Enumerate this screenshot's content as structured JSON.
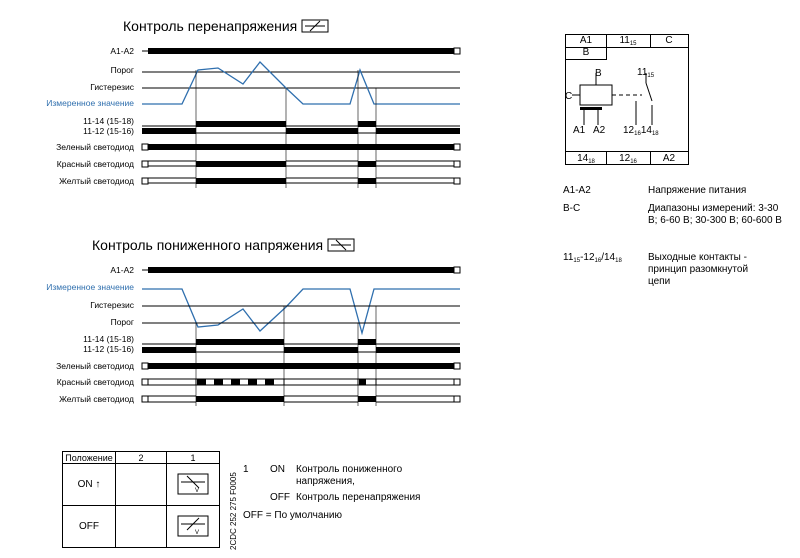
{
  "over": {
    "title": "Контроль перенапряжения",
    "labels": [
      "A1-A2",
      "Порог",
      "Гистерезис",
      "Измеренное значение",
      "11-14 (15-18)",
      "11-12 (15-16)",
      "Зеленый светодиод",
      "Красный светодиод",
      "Желтый светодиод"
    ]
  },
  "under": {
    "title": "Контроль пониженного напряжения",
    "labels": [
      "A1-A2",
      "Измеренное значение",
      "Гистерезис",
      "Порог",
      "11-14 (15-18)",
      "11-12 (15-16)",
      "Зеленый светодиод",
      "Красный светодиод",
      "Желтый светодиод"
    ]
  },
  "pinout": {
    "top": [
      "A1",
      "11",
      "15",
      "C"
    ],
    "row2": "B",
    "coil_b": "B",
    "coil_c": "C",
    "contact_top": "11",
    "contact_top_sub": "15",
    "a1": "A1",
    "a2": "A2",
    "c12": "12",
    "c12_sub": "16",
    "c14": "14",
    "c14_sub": "18",
    "bottom": [
      "14",
      "18",
      "12",
      "16",
      "A2"
    ]
  },
  "legend": [
    {
      "term": "A1-A2",
      "desc": "Напряжение питания"
    },
    {
      "term": "B-C",
      "desc": "Диапазоны измерений: 3-30 В; 6-60 В; 30-300 В; 60-600 В"
    },
    {
      "term": "11",
      "term_sub1": "15",
      "term_mid": "-12",
      "term_sub2": "16",
      "term_mid2": "/14",
      "term_sub3": "18",
      "desc": "Выходные контакты - принцип разомкнутой цепи"
    }
  ],
  "config": {
    "header": [
      "Положение",
      "2",
      "1"
    ],
    "row_on": "ON ↑",
    "row_off": "OFF",
    "code": "2CDC 252 275 F0005",
    "note_num": "1",
    "note_on": "ON",
    "note_on_text": "Контроль пониженного напряжения,",
    "note_off": "OFF",
    "note_off_text": "Контроль перенапряжения",
    "default_note": "OFF = По умолчанию"
  }
}
